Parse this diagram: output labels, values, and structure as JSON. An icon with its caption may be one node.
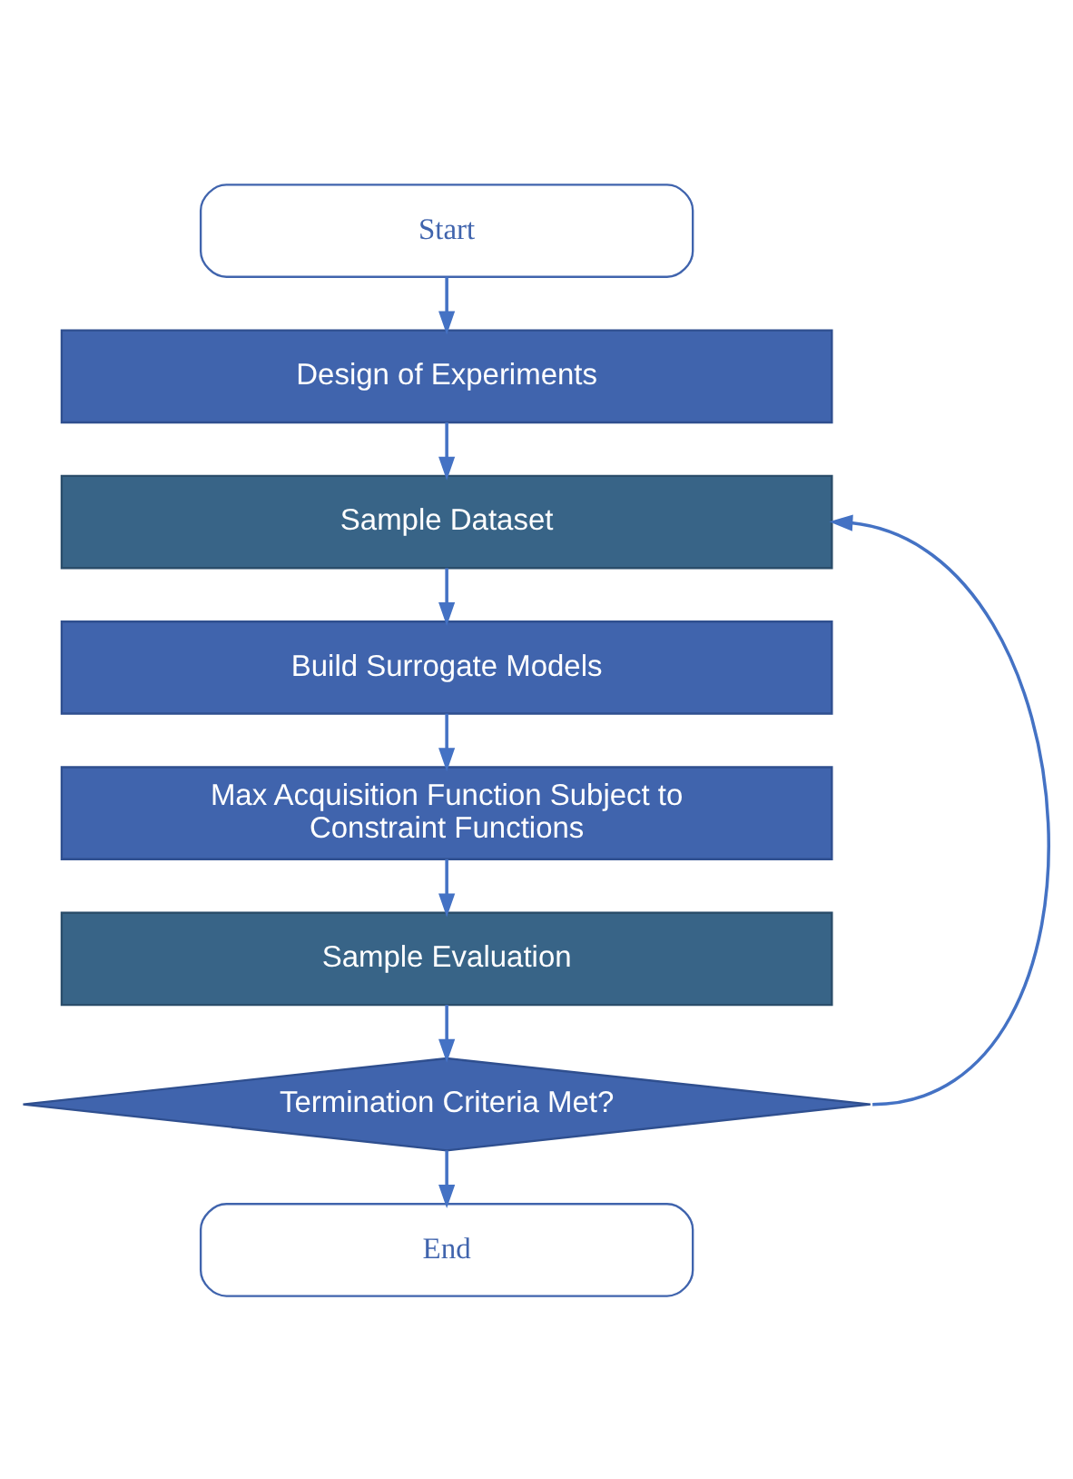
{
  "diagram": {
    "nodes": [
      {
        "text": [
          "Start"
        ]
      },
      {
        "text": [
          "Design of Experiments"
        ]
      },
      {
        "text": [
          "Sample Dataset"
        ]
      },
      {
        "text": [
          "Build Surrogate Models"
        ]
      },
      {
        "text": [
          "Max Acquisition Function Subject to Constraint Functions"
        ]
      },
      {
        "text": [
          "Sample Evaluation"
        ]
      },
      {
        "text": [
          "Termination Criteria Met?"
        ]
      },
      {
        "text": [
          "End"
        ]
      }
    ],
    "edges": [
      {
        "from": 0,
        "to": 1,
        "arrow": "to"
      },
      {
        "from": 1,
        "to": 2,
        "arrow": "to"
      },
      {
        "from": 2,
        "to": 3,
        "arrow": "to"
      },
      {
        "from": 3,
        "to": 4,
        "arrow": "to"
      },
      {
        "from": 4,
        "to": 5,
        "arrow": "to"
      },
      {
        "from": 5,
        "to": 6,
        "arrow": "to"
      },
      {
        "from": 6,
        "to": 7,
        "arrow": "to"
      },
      {
        "from": 6,
        "to": 2,
        "arrow": "to"
      }
    ]
  }
}
